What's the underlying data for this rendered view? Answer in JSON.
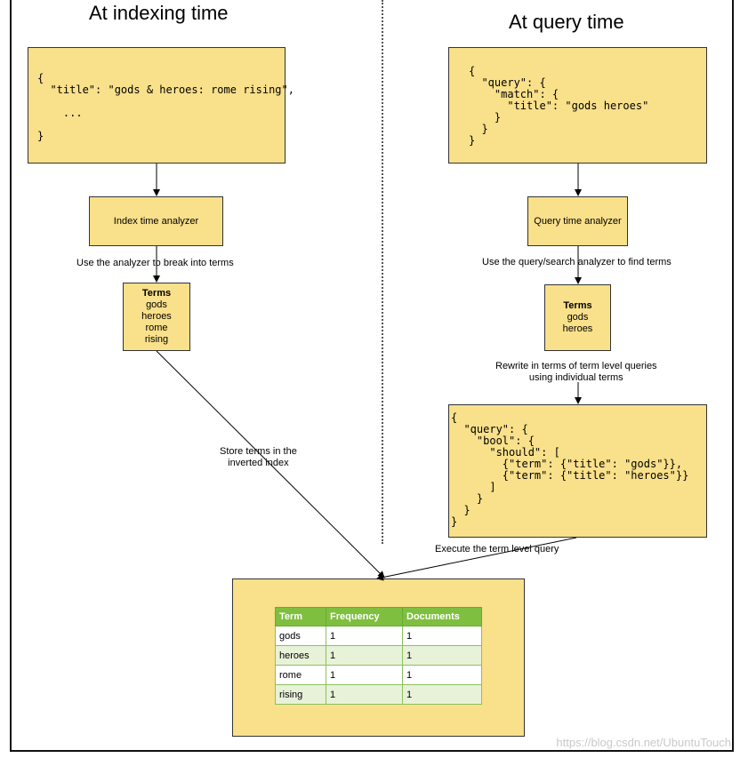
{
  "headings": {
    "indexing": "At indexing time",
    "query": "At query time"
  },
  "index_doc_code": "{\n  \"title\": \"gods & heroes: rome rising\",\n\n    ...\n\n}",
  "query_doc_code": "{\n  \"query\": {\n    \"match\": {\n      \"title\": \"gods heroes\"\n    }\n  }\n}",
  "index_analyzer": "Index time analyzer",
  "query_analyzer": "Query time analyzer",
  "labels": {
    "break_terms": "Use the analyzer to break into terms",
    "find_terms": "Use the query/search analyzer to find terms",
    "rewrite_1": "Rewrite in terms of term level queries",
    "rewrite_2": "using individual terms",
    "store_1": "Store terms in the",
    "store_2": "inverted index",
    "execute": "Execute the term level query"
  },
  "index_terms": {
    "title": "Terms",
    "items": [
      "gods",
      "heroes",
      "rome",
      "rising"
    ]
  },
  "query_terms": {
    "title": "Terms",
    "items": [
      "gods",
      "heroes"
    ]
  },
  "bool_query_code": "{\n  \"query\": {\n    \"bool\": {\n      \"should\": [\n        {\"term\": {\"title\": \"gods\"}},\n        {\"term\": {\"title\": \"heroes\"}}\n      ]\n    }\n  }\n}",
  "inverted_index": {
    "headers": [
      "Term",
      "Frequency",
      "Documents"
    ],
    "rows": [
      [
        "gods",
        "1",
        "1"
      ],
      [
        "heroes",
        "1",
        "1"
      ],
      [
        "rome",
        "1",
        "1"
      ],
      [
        "rising",
        "1",
        "1"
      ]
    ]
  },
  "watermark": "https://blog.csdn.net/UbuntuTouch"
}
